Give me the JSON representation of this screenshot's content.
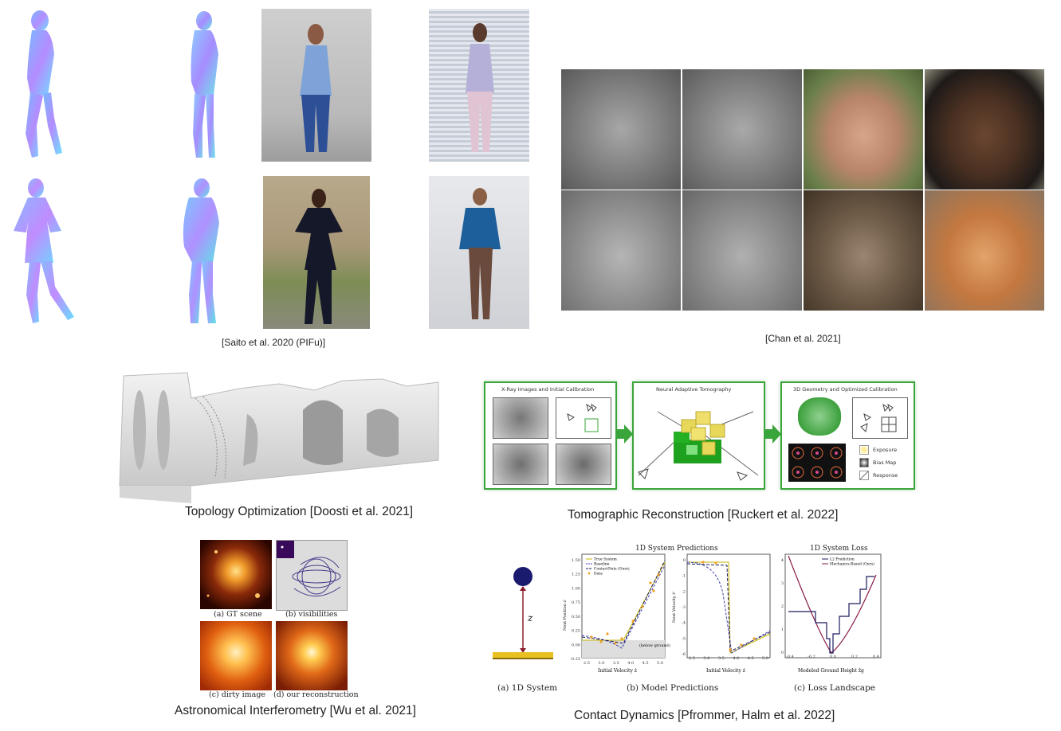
{
  "captions": {
    "pifu": "[Saito et al. 2020 (PIFu)]",
    "chan": "[Chan et al. 2021]",
    "topology": "Topology Optimization [Doosti et al. 2021]",
    "tomography": "Tomographic Reconstruction [Ruckert et al. 2022]",
    "astro": "Astronomical Interferometry [Wu et al. 2021]",
    "contact": "Contact Dynamics [Pfrommer, Halm et al. 2022]"
  },
  "tomography_panels": {
    "left_title": "X-Ray Images and Initial Calibration",
    "mid_title": "Neural Adaptive Tomography",
    "right_title": "3D Geometry and Optimized Calibration",
    "legend": [
      "Exposure",
      "Bias Map",
      "Response"
    ]
  },
  "astro_panels": {
    "a": "(a) GT scene",
    "b": "(b) visibilities",
    "c": "(c) dirty image",
    "d": "(d) our reconstruction"
  },
  "contact": {
    "a_label": "(a) 1D System",
    "b_label": "(b) Model Predictions",
    "c_label": "(c) Loss Landscape",
    "z_label": "z",
    "b_title": "1D System Predictions",
    "c_title": "1D System Loss",
    "b_legend": [
      "True System",
      "Baseline",
      "ContactNets (Ours)",
      "Data"
    ],
    "c_legend": [
      "L2 Prediction",
      "Mechanics-Based (Ours)"
    ],
    "b1_ylabel": "Next Position z'",
    "b2_ylabel": "Next Velocity ż'",
    "b_xlabel": "Initial Velocity ż",
    "c_xlabel": "Modeled Ground Height ẑg",
    "below_ground": "(below ground)",
    "b1_yticks": [
      "1.50",
      "1.25",
      "1.00",
      "0.75",
      "0.50",
      "0.25",
      "0.00",
      "-0.25"
    ],
    "b2_yticks": [
      "0",
      "-1",
      "-2",
      "-3",
      "-4",
      "-5",
      "-6"
    ],
    "c_yticks": [
      "4",
      "3",
      "2",
      "1",
      "0"
    ],
    "b_xticks": [
      "2.5",
      "3.0",
      "3.5",
      "4.0",
      "4.5",
      "5.0"
    ],
    "c_xticks": [
      "-0.4",
      "-0.2",
      "0.0",
      "0.2",
      "0.4"
    ]
  },
  "colors": {
    "panel_green": "#3aa53a",
    "true_system": "#c8b400",
    "baseline": "#3b3bb0",
    "contactnets": "#1a1a5e",
    "data": "#f0a020",
    "mechanics": "#8a1c4a",
    "l2": "#1a1a5e"
  }
}
